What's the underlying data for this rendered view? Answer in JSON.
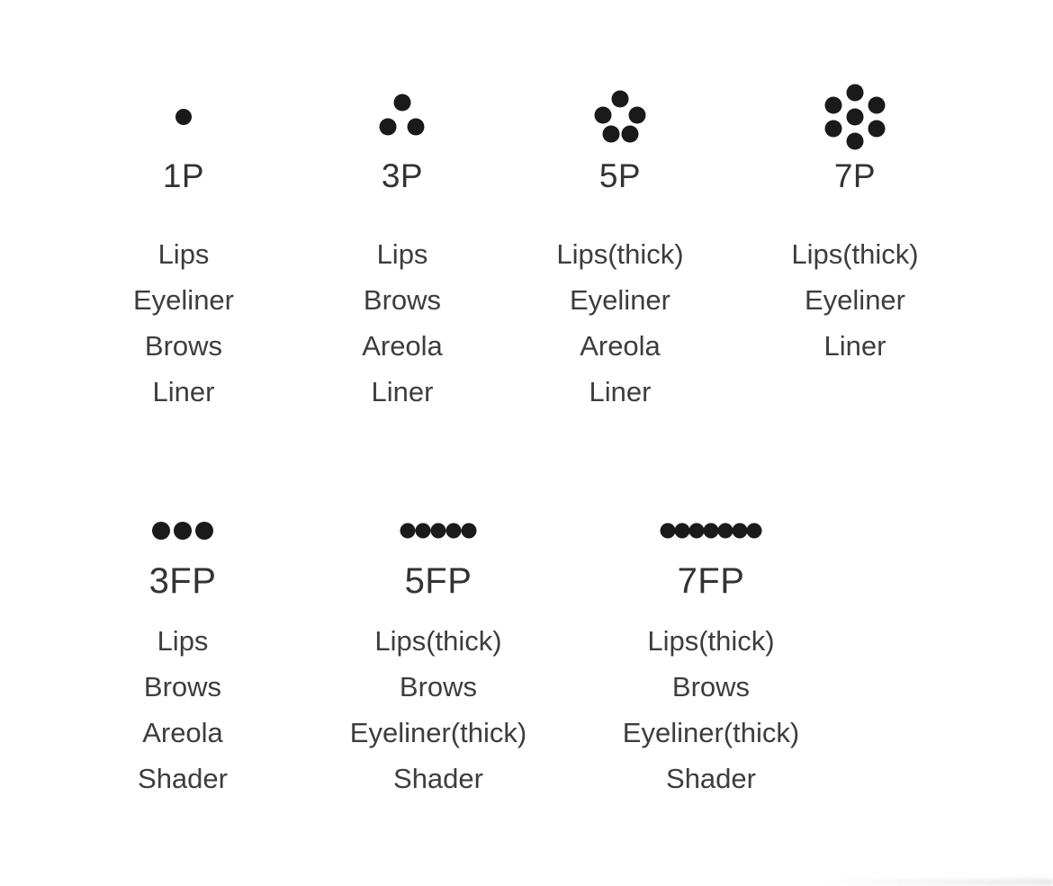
{
  "page": {
    "background": "#ffffff",
    "dot_color": "#1a1a1a",
    "code_text_color": "#333333",
    "use_text_color": "#3d3d3d"
  },
  "needles": [
    {
      "code": "1P",
      "group": "P",
      "pattern": "single-point",
      "dot_radius": 9,
      "dots": [
        [
          0,
          0
        ]
      ],
      "uses": [
        "Lips",
        "Eyeliner",
        "Brows",
        "Liner"
      ]
    },
    {
      "code": "3P",
      "group": "P",
      "pattern": "round-triangle",
      "dot_radius": 9.5,
      "dots": [
        [
          0,
          -16
        ],
        [
          -16,
          11
        ],
        [
          15,
          11
        ]
      ],
      "uses": [
        "Lips",
        "Brows",
        "Areola",
        "Liner"
      ]
    },
    {
      "code": "5P",
      "group": "P",
      "pattern": "round-pentagon",
      "dot_radius": 9.5,
      "dots": [
        [
          0,
          -20
        ],
        [
          -19,
          -2
        ],
        [
          19,
          -2
        ],
        [
          -10,
          19
        ],
        [
          11,
          19
        ]
      ],
      "uses": [
        "Lips(thick)",
        "Eyeliner",
        "Areola",
        "Liner"
      ]
    },
    {
      "code": "7P",
      "group": "P",
      "pattern": "round-hex-center",
      "dot_radius": 9.5,
      "dots": [
        [
          0,
          -27
        ],
        [
          -24,
          -13
        ],
        [
          24,
          -13
        ],
        [
          0,
          0
        ],
        [
          -24,
          13
        ],
        [
          24,
          13
        ],
        [
          0,
          27
        ]
      ],
      "uses": [
        "Lips(thick)",
        "Eyeliner",
        "Liner"
      ]
    },
    {
      "code": "3FP",
      "group": "FP",
      "pattern": "flat-row",
      "dot_radius": 10,
      "dots": [
        [
          -24,
          0
        ],
        [
          0,
          0
        ],
        [
          24,
          0
        ]
      ],
      "uses": [
        "Lips",
        "Brows",
        "Areola",
        "Shader"
      ]
    },
    {
      "code": "5FP",
      "group": "FP",
      "pattern": "flat-row",
      "dot_radius": 8.5,
      "dots": [
        [
          -34,
          0
        ],
        [
          -17,
          0
        ],
        [
          0,
          0
        ],
        [
          17,
          0
        ],
        [
          34,
          0
        ]
      ],
      "uses": [
        "Lips(thick)",
        "Brows",
        "Eyeliner(thick)",
        "Shader"
      ]
    },
    {
      "code": "7FP",
      "group": "FP",
      "pattern": "flat-row",
      "dot_radius": 8.5,
      "dots": [
        [
          -48,
          0
        ],
        [
          -32,
          0
        ],
        [
          -16,
          0
        ],
        [
          0,
          0
        ],
        [
          16,
          0
        ],
        [
          32,
          0
        ],
        [
          48,
          0
        ]
      ],
      "uses": [
        "Lips(thick)",
        "Brows",
        "Eyeliner(thick)",
        "Shader"
      ]
    }
  ]
}
